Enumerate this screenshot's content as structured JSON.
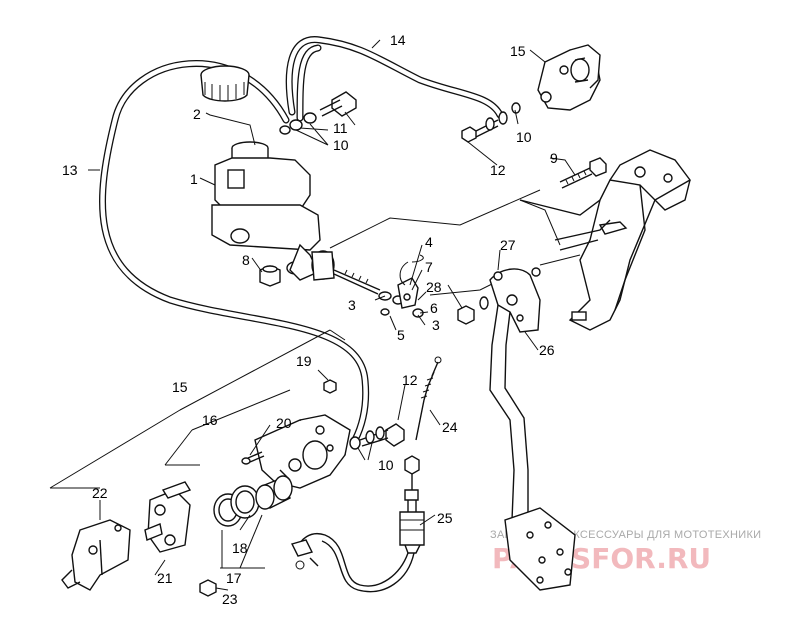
{
  "diagram": {
    "callouts": [
      {
        "id": "1",
        "label": "1"
      },
      {
        "id": "2",
        "label": "2"
      },
      {
        "id": "3a",
        "label": "3"
      },
      {
        "id": "3b",
        "label": "3"
      },
      {
        "id": "4",
        "label": "4"
      },
      {
        "id": "5",
        "label": "5"
      },
      {
        "id": "6",
        "label": "6"
      },
      {
        "id": "7",
        "label": "7"
      },
      {
        "id": "8",
        "label": "8"
      },
      {
        "id": "9",
        "label": "9"
      },
      {
        "id": "10a",
        "label": "10"
      },
      {
        "id": "10b",
        "label": "10"
      },
      {
        "id": "10c",
        "label": "10"
      },
      {
        "id": "11",
        "label": "11"
      },
      {
        "id": "12a",
        "label": "12"
      },
      {
        "id": "12b",
        "label": "12"
      },
      {
        "id": "13",
        "label": "13"
      },
      {
        "id": "14",
        "label": "14"
      },
      {
        "id": "15a",
        "label": "15"
      },
      {
        "id": "15b",
        "label": "15"
      },
      {
        "id": "16",
        "label": "16"
      },
      {
        "id": "17",
        "label": "17"
      },
      {
        "id": "18",
        "label": "18"
      },
      {
        "id": "19",
        "label": "19"
      },
      {
        "id": "20",
        "label": "20"
      },
      {
        "id": "21",
        "label": "21"
      },
      {
        "id": "22",
        "label": "22"
      },
      {
        "id": "23",
        "label": "23"
      },
      {
        "id": "24",
        "label": "24"
      },
      {
        "id": "25",
        "label": "25"
      },
      {
        "id": "26",
        "label": "26"
      },
      {
        "id": "27",
        "label": "27"
      },
      {
        "id": "28",
        "label": "28"
      }
    ]
  },
  "watermark": {
    "text": "ЗАПЧАСТИ И АКСЕССУАРЫ ДЛЯ МОТОТЕХНИКИ",
    "logo": "PARTSFOR.RU"
  }
}
